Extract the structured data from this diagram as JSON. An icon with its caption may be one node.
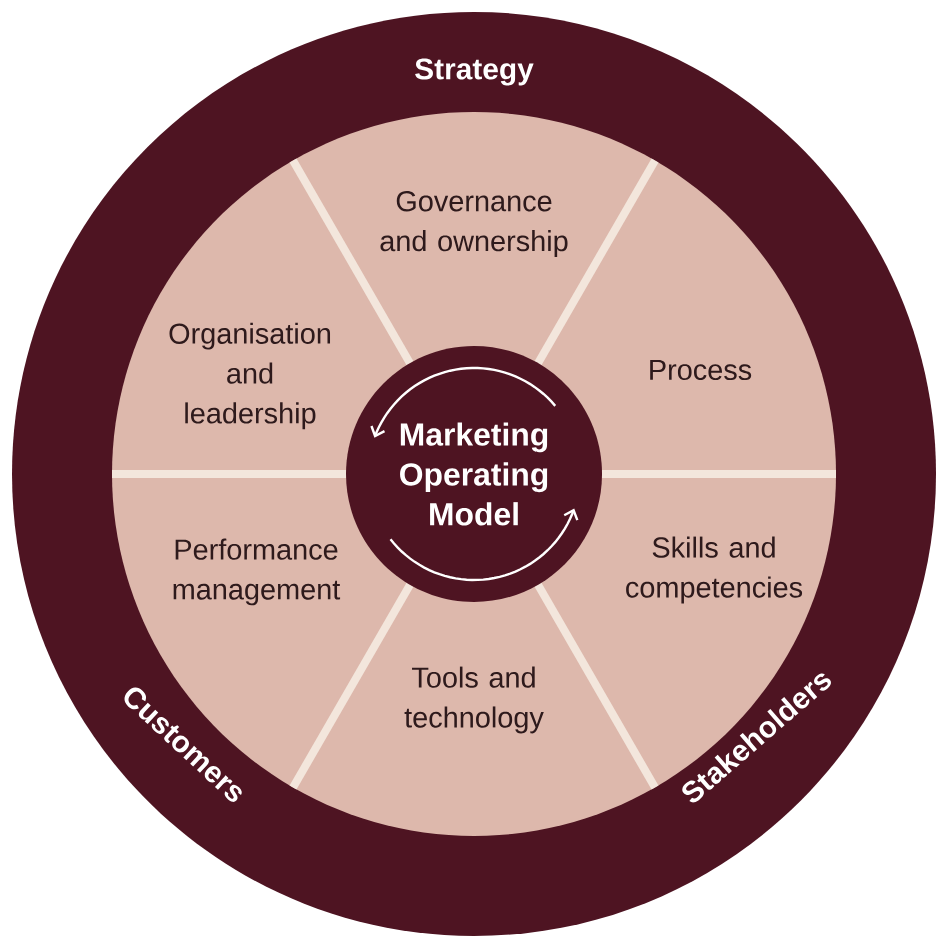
{
  "diagram": {
    "nodes": [
      {
        "text": [
          "Governance and ownership"
        ]
      },
      {
        "text": [
          "Organisation and leadership"
        ]
      },
      {
        "text": [
          "Process"
        ]
      },
      {
        "text": [
          "Marketing Operating Model"
        ]
      },
      {
        "text": [
          "Performance management"
        ]
      },
      {
        "text": [
          "Skills and competencies"
        ]
      },
      {
        "text": [
          "Tools and technology"
        ]
      }
    ],
    "labels": [
      "Strategy",
      "Customers",
      "Stakeholders"
    ]
  }
}
